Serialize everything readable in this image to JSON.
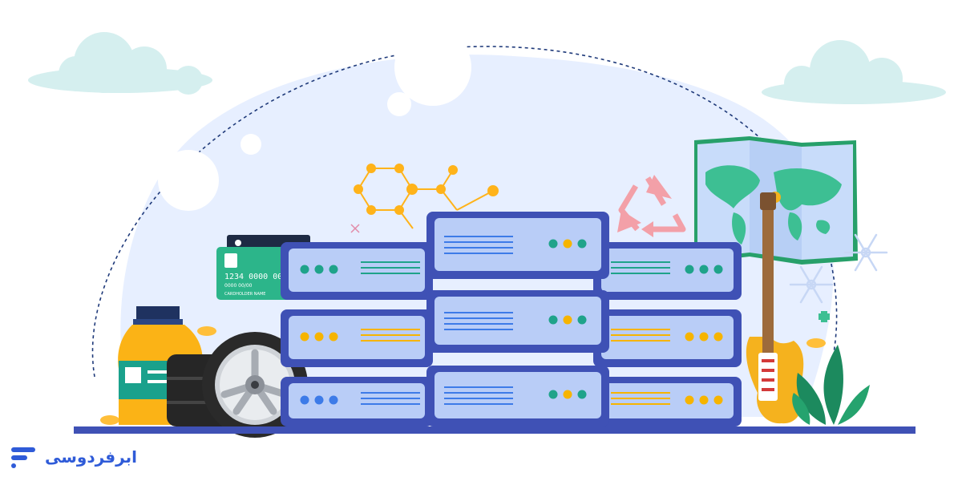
{
  "brand": {
    "name": "ابرفردوسی"
  },
  "card": {
    "number": "1234 0000 0000",
    "expiry": "0000   00/00",
    "holder": "CARDHOLDER NAME"
  },
  "colors": {
    "server_body": "#3f51b5",
    "server_face": "#b9cdf7",
    "teal": "#1fa38a",
    "amber": "#f6b400",
    "blue_dot": "#3d7be8",
    "map_frame": "#27a06a",
    "brand_blue": "#2f5bd8"
  }
}
